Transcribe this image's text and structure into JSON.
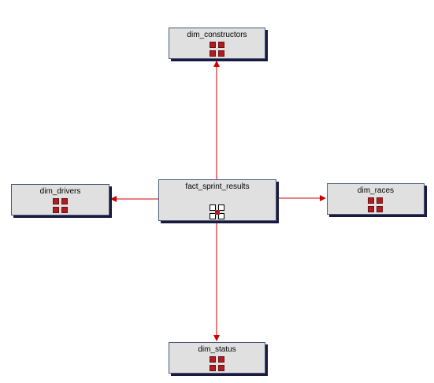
{
  "diagram": {
    "entities": {
      "fact": {
        "label": "fact_sprint_results",
        "icon": "fact-table-icon"
      },
      "constructors": {
        "label": "dim_constructors",
        "icon": "dimension-table-icon"
      },
      "drivers": {
        "label": "dim_drivers",
        "icon": "dimension-table-icon"
      },
      "races": {
        "label": "dim_races",
        "icon": "dimension-table-icon"
      },
      "status": {
        "label": "dim_status",
        "icon": "dimension-table-icon"
      }
    },
    "relationships": [
      {
        "from": "fact_sprint_results",
        "to": "dim_constructors"
      },
      {
        "from": "fact_sprint_results",
        "to": "dim_drivers"
      },
      {
        "from": "fact_sprint_results",
        "to": "dim_races"
      },
      {
        "from": "fact_sprint_results",
        "to": "dim_status"
      }
    ],
    "colors": {
      "connector": "#cc0000",
      "entity_fill": "#e0e0e0",
      "entity_border": "#4a5a78",
      "entity_shadow": "#1a1a40",
      "key_icon": "#b01c20"
    }
  }
}
